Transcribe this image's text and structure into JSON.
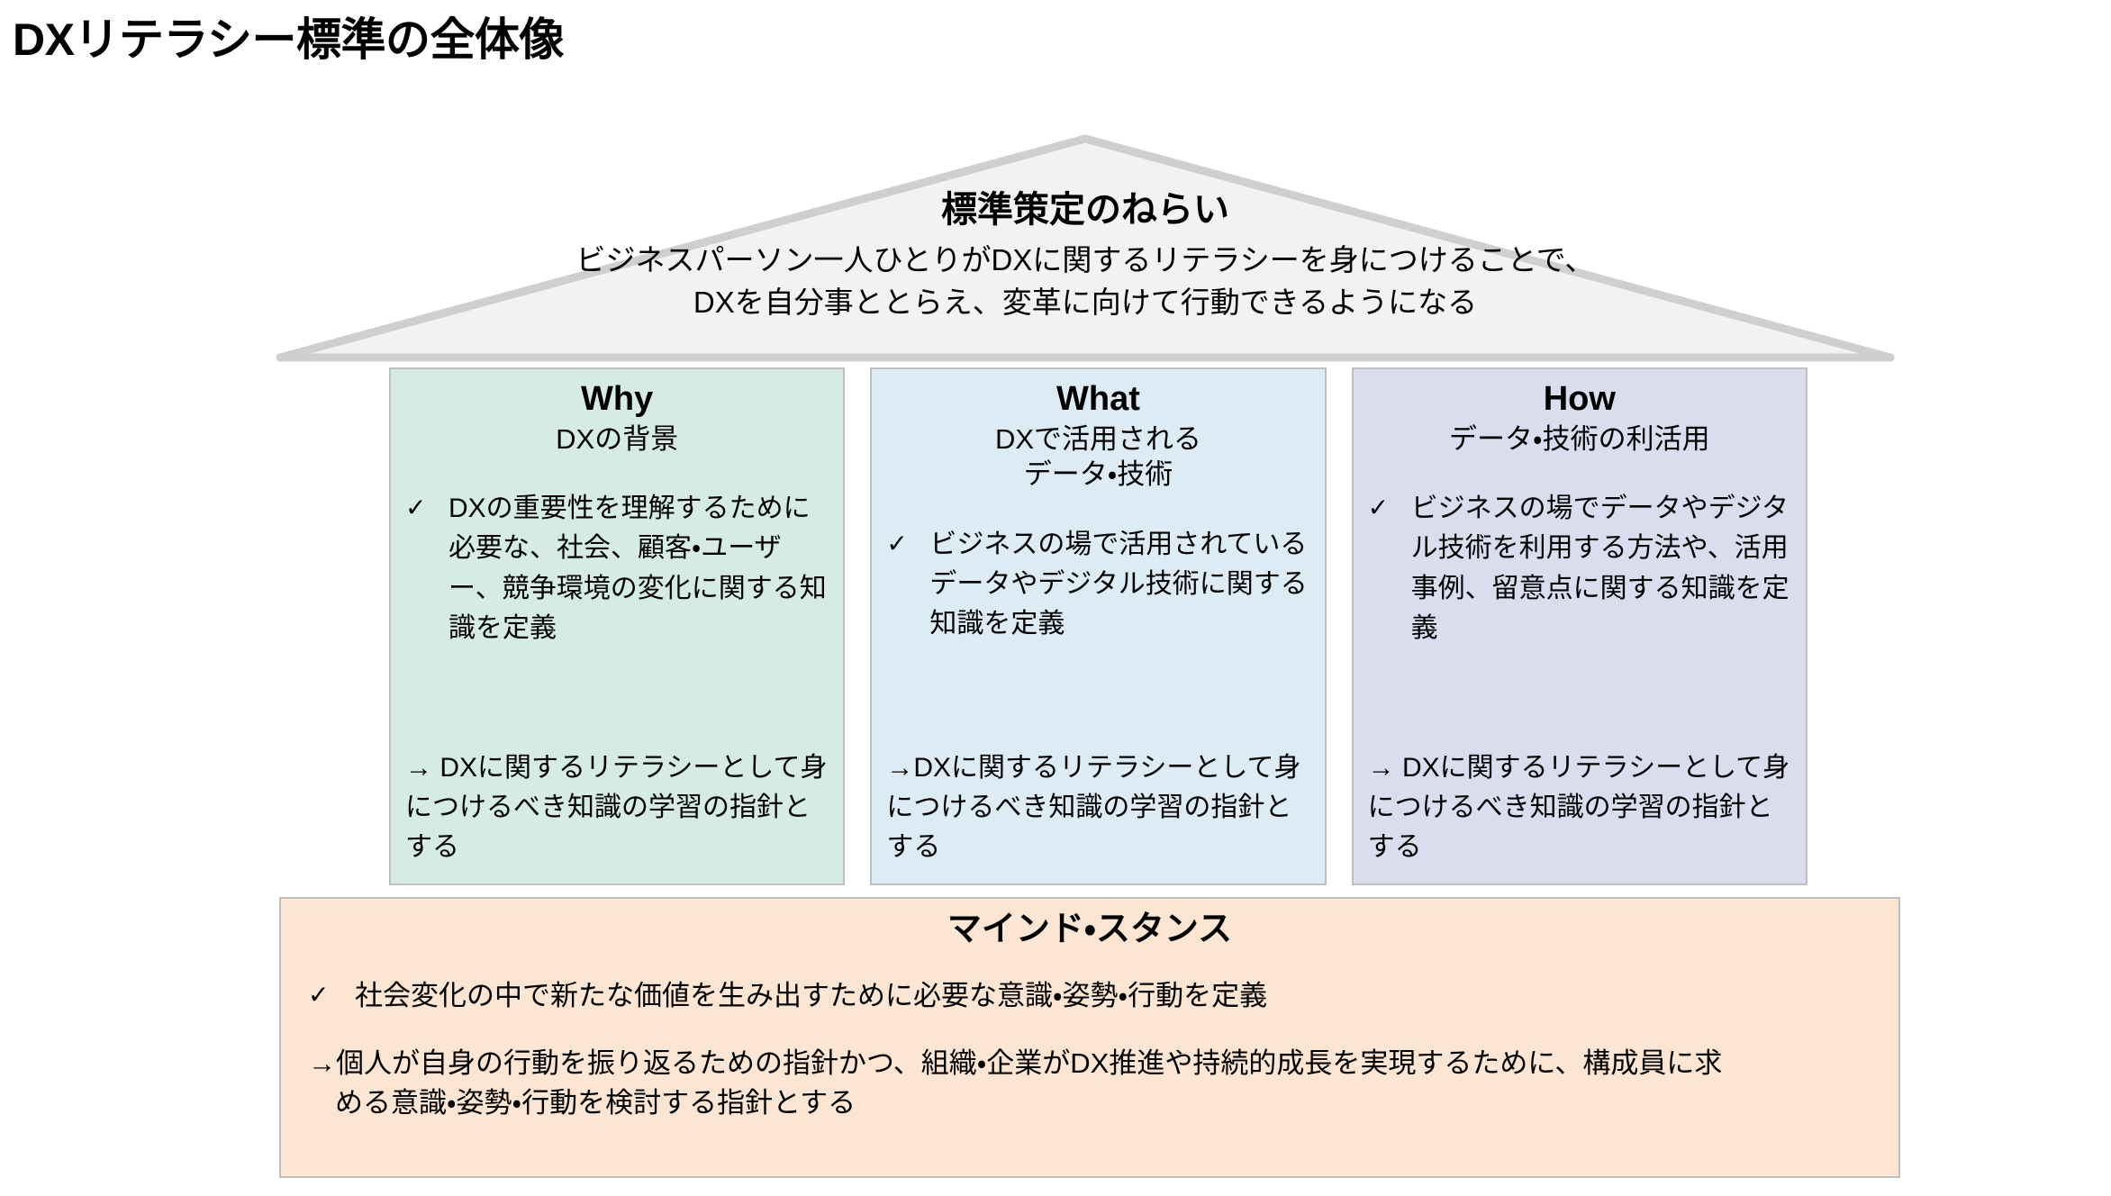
{
  "page": {
    "title": "DXリテラシー標準の全体像"
  },
  "roof": {
    "name": "標準策定のねらい",
    "line1": "ビジネスパーソン一人ひとりがDXに関するリテラシーを身につけることで、",
    "line2": "DXを自分事ととらえ、変革に向けて行動できるようになる",
    "fill_color": "#f2f2f2",
    "border_color": "#cfcfcf"
  },
  "pillars": [
    {
      "key": "why",
      "title": "Why",
      "subtitle": "DXの背景",
      "check": "✓",
      "bullet": "DXの重要性を理解するために必要な、社会、顧客・ユーザー、競争環境の変化に関する知識を定義",
      "arrow": "→ DXに関するリテラシーとして身につけるべき知識の学習の指針とする",
      "fill_color": "#d6ece3"
    },
    {
      "key": "what",
      "title": "What",
      "subtitle": "DXで活用される\nデータ・技術",
      "check": "✓",
      "bullet": "ビジネスの場で活用されているデータやデジタル技術に関する知識を定義",
      "arrow": "→DXに関するリテラシーとして身につけるべき知識の学習の指針とする",
      "fill_color": "#dcebf4"
    },
    {
      "key": "how",
      "title": "How",
      "subtitle": "データ・技術の利活用",
      "check": "✓",
      "bullet": "ビジネスの場でデータやデジタル技術を利用する方法や、活用事例、留意点に関する知識を定義",
      "arrow": "→ DXに関するリテラシーとして身につけるべき知識の学習の指針とする",
      "fill_color": "#d9ddee"
    }
  ],
  "foundation": {
    "title": "マインド・スタンス",
    "check": "✓",
    "bullet": "社会変化の中で新たな価値を生み出すために必要な意識・姿勢・行動を定義",
    "arrow_line1": "→個人が自身の行動を振り返るための指針かつ、組織・企業がDX推進や持続的成長を実現するために、構成員に求",
    "arrow_line2": "める意識・姿勢・行動を検討する指針とする",
    "fill_color": "#fce5d2",
    "border_color": "#bfbfbf"
  }
}
